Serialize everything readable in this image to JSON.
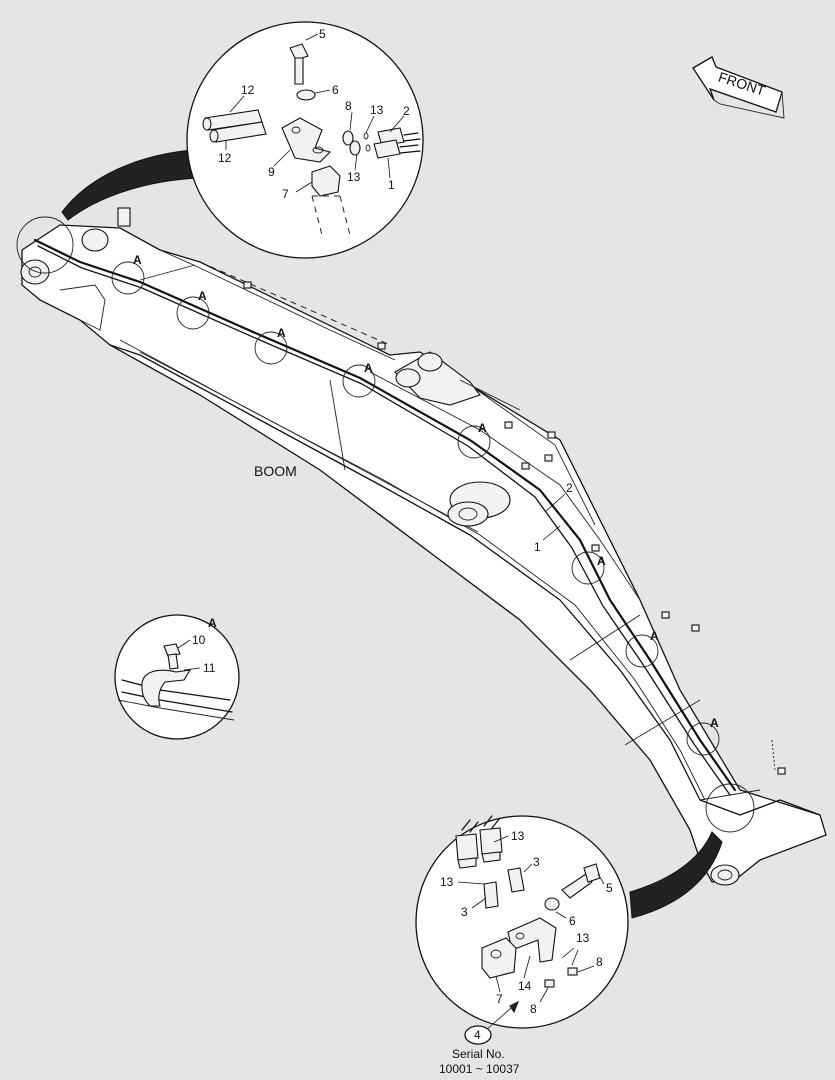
{
  "labels": {
    "boom": "BOOM",
    "front": "FRONT",
    "detail_a": "A",
    "serial_ref": "4",
    "serial_title": "Serial No.",
    "serial_range": "10001 ~ 10037"
  },
  "callouts": {
    "p1": "1",
    "p2": "2",
    "p3": "3",
    "p4": "4",
    "p5": "5",
    "p6": "6",
    "p7": "7",
    "p8": "8",
    "p9": "9",
    "p10": "10",
    "p11": "11",
    "p12": "12",
    "p13": "13",
    "p14": "14"
  }
}
